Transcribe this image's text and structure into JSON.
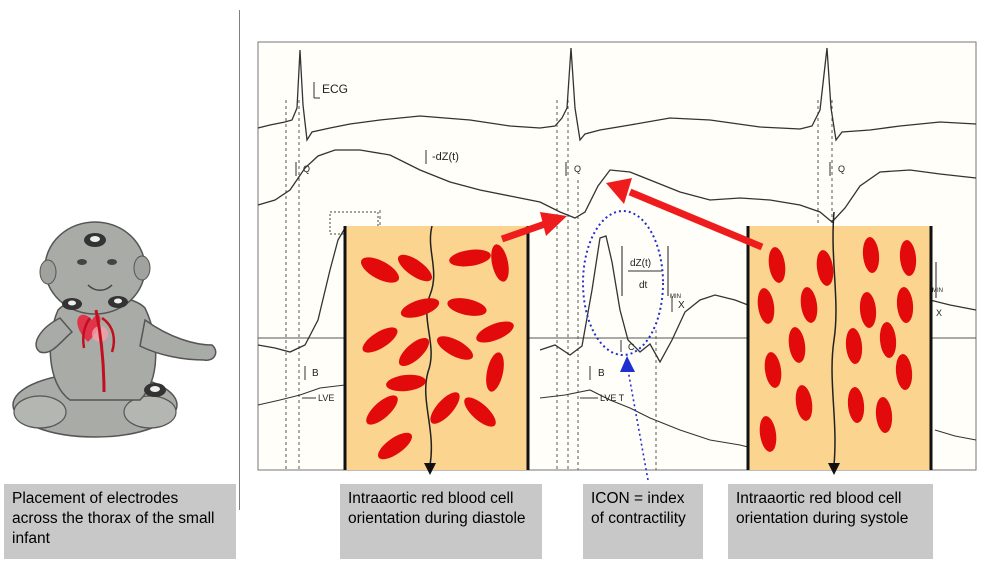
{
  "waveform_labels": {
    "ecg": "ECG",
    "dz": "-dZ(t)",
    "q1": "Q",
    "q2": "Q",
    "q3": "Q",
    "b1": "B",
    "b2": "B",
    "lvet1": "LVE",
    "lvet2": "LVE T",
    "x1": "X",
    "x2": "X",
    "c": "C",
    "dz_num": "dZ(t)",
    "dz_den": "dt",
    "dz_sub": "MIN",
    "min_right": "MIN"
  },
  "captions": {
    "electrodes": "Placement of electrodes across the thorax of the small infant",
    "diastole": "Intraaortic red blood cell orientation during diastole",
    "icon": "ICON = index of contractility",
    "systole": "Intraaortic red blood cell orientation during systole"
  },
  "colors": {
    "vessel_fill": "#fbd48f",
    "rbc": "#e20a0a",
    "arrow": "#ee1c1c",
    "dotted": "#1f2fd0",
    "caption_bg": "#c8c8c8"
  }
}
